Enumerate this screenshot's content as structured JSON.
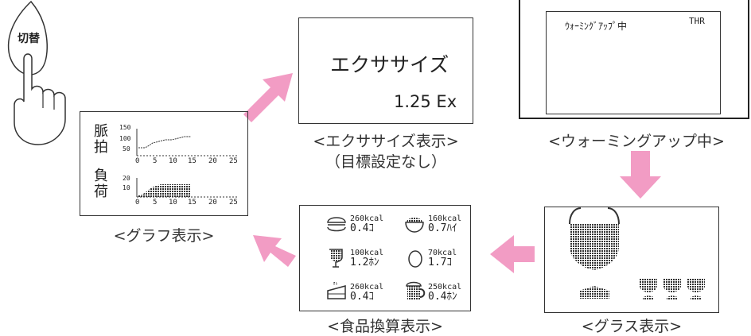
{
  "switch_button": {
    "label": "切替"
  },
  "exercise_panel": {
    "title": "エクササイズ",
    "value": "1.25 Ex"
  },
  "exercise_caption": {
    "line1": "<エクササイズ表示>",
    "line2": "（目標設定なし）"
  },
  "warmup_panel": {
    "status": "ｳｫｰﾐﾝｸﾞｱｯﾌﾟ中",
    "thr_label": "THR"
  },
  "warmup_caption": "<ウォーミングアップ中>",
  "graph_panel": {
    "pulse_label_1": "脈",
    "pulse_label_2": "拍",
    "load_label_1": "負",
    "load_label_2": "荷",
    "pulse_ticks": [
      "150",
      "100",
      "50"
    ],
    "load_ticks": [
      "20",
      "10"
    ],
    "x_ticks": [
      "0",
      "5",
      "10",
      "15",
      "20",
      "25"
    ]
  },
  "graph_caption": "<グラフ表示>",
  "food_panel": {
    "items": [
      {
        "icon": "hamburger-icon",
        "kcal": "260kcal",
        "amount": "0.4ｺ"
      },
      {
        "icon": "rice-bowl-icon",
        "kcal": "160kcal",
        "amount": "0.7ﾊｲ"
      },
      {
        "icon": "drink-glass-icon",
        "kcal": "100kcal",
        "amount": "1.2ﾎﾝ"
      },
      {
        "icon": "egg-icon",
        "kcal": "70kcal",
        "amount": "1.7ｺ"
      },
      {
        "icon": "cake-icon",
        "kcal": "260kcal",
        "amount": "0.4ｺ"
      },
      {
        "icon": "beer-mug-icon",
        "kcal": "250kcal",
        "amount": "0.4ﾎﾝ"
      }
    ]
  },
  "food_caption": "<食品換算表示>",
  "glass_caption": "<グラス表示>",
  "colors": {
    "arrow": "#f29cc4",
    "dots": "#333333"
  }
}
